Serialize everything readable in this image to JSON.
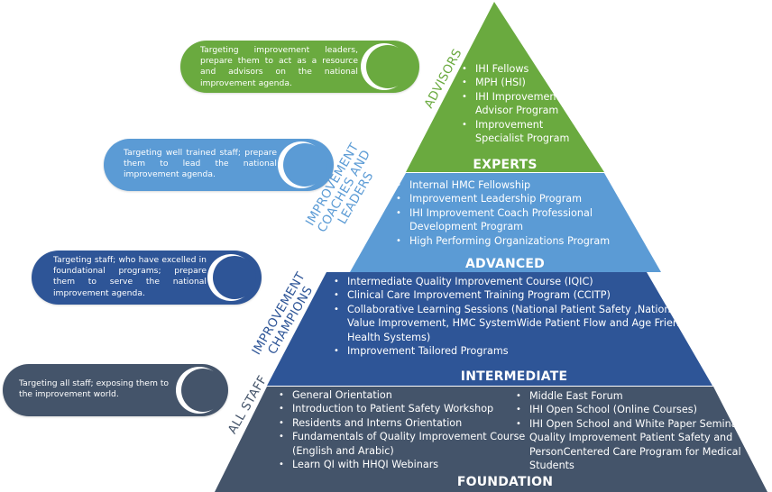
{
  "colors": {
    "advisors": "#6aaa3f",
    "coaches": "#5b9bd5",
    "champions": "#2e5597",
    "all_staff": "#44546a"
  },
  "tiers": [
    {
      "id": "advisors",
      "side_label": "ADVISORS",
      "level": "EXPERTS",
      "description": "Targeting improvement leaders, prepare them to act as a resource and advisors on the national improvement agenda.",
      "items": [
        "IHI Fellows",
        "MPH (HSI)",
        "IHI Improvement",
        "Advisor Program",
        "Improvement",
        "Specialist Program"
      ]
    },
    {
      "id": "coaches",
      "side_label_lines": [
        "IMPROVEMENT",
        "COACHES AND",
        "LEADERS"
      ],
      "level": "ADVANCED",
      "description": "Targeting well trained staff; prepare them to lead the national improvement agenda.",
      "items": [
        "Internal HMC Fellowship",
        "Improvement Leadership Program",
        "IHI Improvement Coach Professional",
        "Development Program",
        "High Performing Organizations Program"
      ]
    },
    {
      "id": "champions",
      "side_label_lines": [
        "IMPROVEMENT",
        "CHAMPIONS"
      ],
      "level": "INTERMEDIATE",
      "description": "Targeting staff; who have excelled in foundational programs; prepare them to serve the national improvement agenda.",
      "items": [
        "Intermediate Quality Improvement Course (IQIC)",
        "Clinical Care Improvement Training Program (CCITP)",
        "Collaborative Learning Sessions (National Patient Safety ,National",
        "Value Improvement, HMC SystemWide Patient Flow and Age Friendly",
        "Health Systems)",
        "Improvement Tailored Programs"
      ]
    },
    {
      "id": "all_staff",
      "side_label": "ALL STAFF",
      "level": "FOUNDATION",
      "description": "Targeting all staff; exposing them to the improvement world.",
      "items_left": [
        "General Orientation",
        "Introduction to Patient Safety Workshop",
        "Residents and Interns Orientation",
        "Fundamentals of Quality Improvement Course",
        "(English and Arabic)",
        "Learn QI with HHQI Webinars"
      ],
      "items_right": [
        "Middle East Forum",
        "IHI Open School (Online Courses)",
        "IHI Open School and White Paper Seminar",
        "Quality Improvement Patient Safety and",
        "PersonCentered Care Program for Medical",
        "Students"
      ]
    }
  ]
}
